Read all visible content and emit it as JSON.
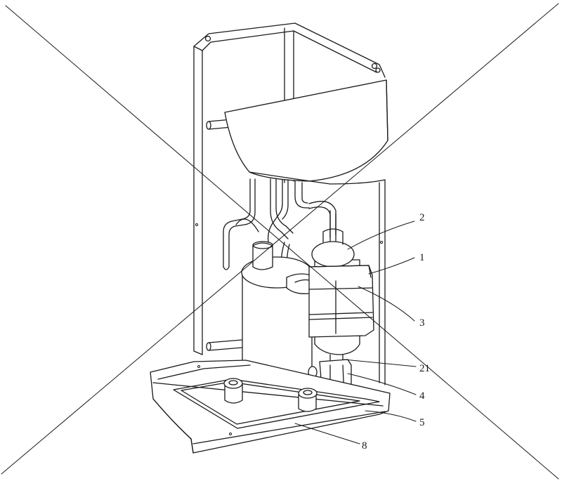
{
  "figure": {
    "labels": [
      {
        "id": "2",
        "text": "2"
      },
      {
        "id": "1",
        "text": "1"
      },
      {
        "id": "3",
        "text": "3"
      },
      {
        "id": "21",
        "text": "21"
      },
      {
        "id": "4",
        "text": "4"
      },
      {
        "id": "5",
        "text": "5"
      },
      {
        "id": "8",
        "text": "8"
      }
    ]
  }
}
